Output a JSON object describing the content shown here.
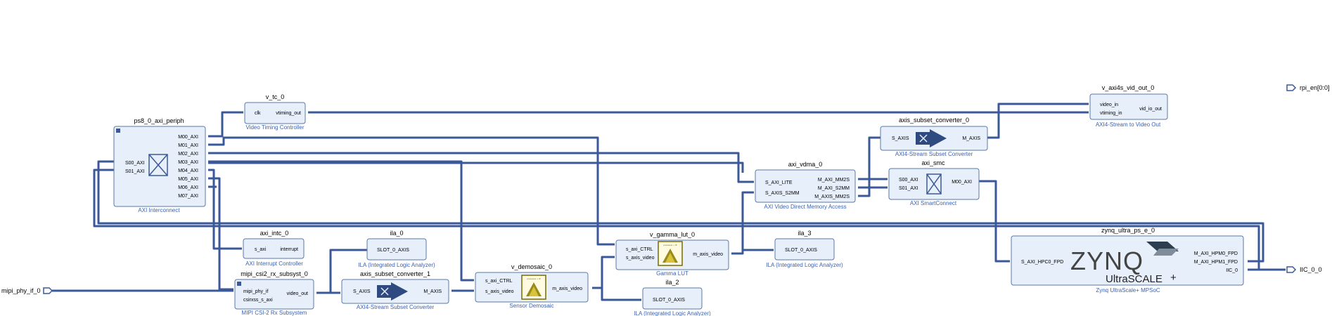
{
  "blocks": {
    "ps8": {
      "name": "ps8_0_axi_periph",
      "subtitle": "AXI Interconnect",
      "ports_in": [
        "S00_AXI",
        "S01_AXI"
      ],
      "ports_out": [
        "M00_AXI",
        "M01_AXI",
        "M02_AXI",
        "M03_AXI",
        "M04_AXI",
        "M05_AXI",
        "M06_AXI",
        "M07_AXI"
      ]
    },
    "vtc": {
      "name": "v_tc_0",
      "subtitle": "Video Timing Controller",
      "p_in": "clk",
      "p_out": "vtiming_out"
    },
    "intc": {
      "name": "axi_intc_0",
      "subtitle": "AXI Interrupt Controller",
      "p_in": "s_axi",
      "p_out": "interrupt"
    },
    "mipi": {
      "name": "mipi_csi2_rx_subsyst_0",
      "subtitle": "MIPI CSI-2 Rx Subsystem",
      "p_in1": "mipi_phy_if",
      "p_in2": "csirxss_s_axi",
      "p_out": "video_out"
    },
    "ila0": {
      "name": "ila_0",
      "subtitle": "ILA (Integrated Logic Analyzer)",
      "p_in": "SLOT_0_AXIS"
    },
    "conv1": {
      "name": "axis_subset_converter_1",
      "subtitle": "AXI4-Stream Subset Converter",
      "p_in": "S_AXIS",
      "p_out": "M_AXIS"
    },
    "demosaic": {
      "name": "v_demosaic_0",
      "subtitle": "Sensor Demosaic",
      "p_in1": "s_axi_CTRL",
      "p_in2": "s_axis_video",
      "p_out": "m_axis_video"
    },
    "gamma": {
      "name": "v_gamma_lut_0",
      "subtitle": "Gamma LUT",
      "p_in1": "s_axi_CTRL",
      "p_in2": "s_axis_video",
      "p_out": "m_axis_video"
    },
    "ila2": {
      "name": "ila_2",
      "subtitle": "ILA (Integrated Logic Analyzer)",
      "p_in": "SLOT_0_AXIS"
    },
    "ila3": {
      "name": "ila_3",
      "subtitle": "ILA (Integrated Logic Analyzer)",
      "p_in": "SLOT_0_AXIS"
    },
    "vdma": {
      "name": "axi_vdma_0",
      "subtitle": "AXI Video Direct Memory Access",
      "p_in1": "S_AXI_LITE",
      "p_in2": "S_AXIS_S2MM",
      "p_out1": "M_AXI_MM2S",
      "p_out2": "M_AXI_S2MM",
      "p_out3": "M_AXIS_MM2S"
    },
    "conv0": {
      "name": "axis_subset_converter_0",
      "subtitle": "AXI4-Stream Subset Converter",
      "p_in": "S_AXIS",
      "p_out": "M_AXIS"
    },
    "smc": {
      "name": "axi_smc",
      "subtitle": "AXI SmartConnect",
      "p_in1": "S00_AXI",
      "p_in2": "S01_AXI",
      "p_out": "M00_AXI"
    },
    "vout": {
      "name": "v_axi4s_vid_out_0",
      "subtitle": "AXI4-Stream to Video Out",
      "p_in1": "video_in",
      "p_in2": "vtiming_in",
      "p_out": "vid_io_out"
    },
    "zynq": {
      "name": "zynq_ultra_ps_e_0",
      "subtitle": "Zynq UltraScale+ MPSoC",
      "p_in": "S_AXI_HPC0_FPD",
      "p_out1": "M_AXI_HPM0_FPD",
      "p_out2": "M_AXI_HPM1_FPD",
      "p_out3": "IIC_0",
      "logo_main": "ZYNQ",
      "logo_sub": "UltraSCALE",
      "logo_plus": "+"
    }
  },
  "external_ports": {
    "mipi_in": "mipi_phy_if_0",
    "rpi_out": "rpi_en[0:0]",
    "iic_out": "IIC_0_0"
  },
  "logo_text": {
    "ip_badge": "processor + IP"
  },
  "colors": {
    "wire": "#3b5998",
    "block_fill": "#e6effa",
    "block_stroke": "#5a78a8",
    "subtitle": "#3a62b5"
  }
}
